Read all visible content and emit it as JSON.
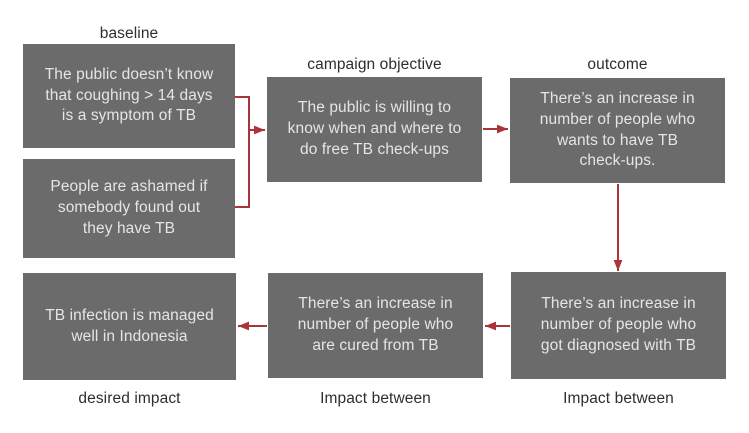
{
  "colors": {
    "background": "#ffffff",
    "box_fill": "#6b6b6b",
    "box_text": "#e7e5e3",
    "label_text": "#2e2e2e",
    "arrow": "#a93439"
  },
  "diagram": {
    "labels": {
      "baseline": "baseline",
      "campaign_objective": "campaign objective",
      "outcome": "outcome",
      "impact_between_right": "Impact between",
      "impact_between_middle": "Impact between",
      "desired_impact": "desired impact"
    },
    "boxes": {
      "baseline_1": "The public doesn’t know\nthat coughing > 14 days\nis a symptom of TB",
      "baseline_2": "People are ashamed if\nsomebody found out\nthey have TB",
      "campaign_objective": "The public is willing to\nknow when and where to\ndo free TB check-ups",
      "outcome": "There’s an increase in\nnumber of people who\nwants to have TB\ncheck-ups.",
      "diagnosed": "There’s an increase in\nnumber of people who\ngot diagnosed with TB",
      "cured": "There’s an increase in\nnumber of people who\nare cured from TB",
      "desired_impact": "TB infection is managed\nwell in Indonesia"
    }
  }
}
